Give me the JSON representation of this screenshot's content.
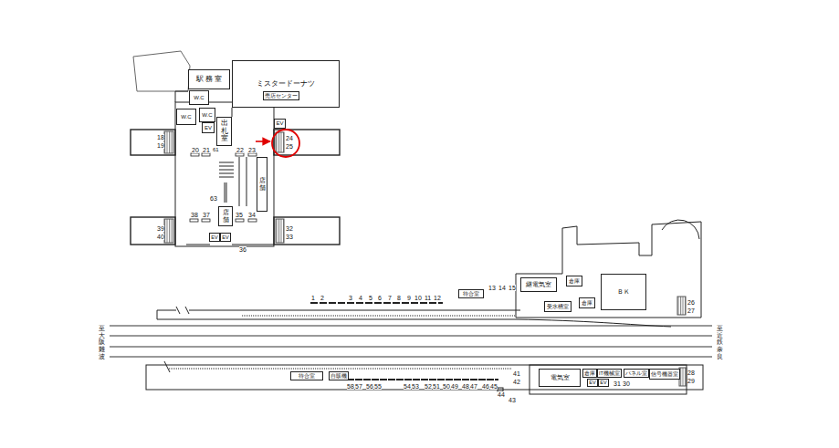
{
  "diagram": {
    "nodes": [
      {
        "text": [
          "駅 務 室"
        ]
      },
      {
        "text": [
          "ミスタードーナツ"
        ]
      },
      {
        "text": [
          "W.C"
        ]
      },
      {
        "text": [
          "W.C"
        ]
      },
      {
        "text": [
          "W.C"
        ]
      },
      {
        "text": [
          "EV"
        ]
      },
      {
        "text": [
          "出札室"
        ]
      },
      {
        "text": [
          "売店センター"
        ]
      },
      {
        "text": [
          "EV"
        ]
      },
      {
        "text": [
          "店舗"
        ]
      },
      {
        "text": [
          "店舗"
        ]
      },
      {
        "text": [
          "EV"
        ]
      },
      {
        "text": [
          "EV"
        ]
      },
      {
        "text": [
          "待合室"
        ]
      },
      {
        "text": [
          "継電気室"
        ]
      },
      {
        "text": [
          "倉庫"
        ]
      },
      {
        "text": [
          "受水槽室"
        ]
      },
      {
        "text": [
          "倉庫"
        ]
      },
      {
        "text": [
          "ＢＫ"
        ]
      },
      {
        "text": [
          "待合室"
        ]
      },
      {
        "text": [
          "自販機"
        ]
      },
      {
        "text": [
          "電気室"
        ]
      },
      {
        "text": [
          "倉庫"
        ]
      },
      {
        "text": [
          "IT機械室"
        ]
      },
      {
        "text": [
          "パネル室"
        ]
      },
      {
        "text": [
          "信号機器室"
        ]
      },
      {
        "text": [
          "EV"
        ]
      },
      {
        "text": [
          "EV"
        ]
      }
    ],
    "labels": [
      "18",
      "19",
      "20",
      "21",
      "61",
      "22",
      "23",
      "24",
      "25",
      "63",
      "38",
      "37",
      "35",
      "34",
      "39",
      "40",
      "32",
      "33",
      "36",
      "1",
      "2",
      "3",
      "4",
      "5",
      "6",
      "7",
      "8",
      "9",
      "10",
      "11",
      "12",
      "13",
      "14",
      "15",
      "26",
      "27",
      "至大阪難波",
      "至近鉄奈良",
      "41",
      "42",
      "28",
      "29",
      "58",
      "57",
      "56",
      "55",
      "54",
      "53",
      "52",
      "51",
      "50",
      "49",
      "48",
      "47",
      "46",
      "45",
      "44",
      "43",
      "31",
      "30"
    ]
  }
}
